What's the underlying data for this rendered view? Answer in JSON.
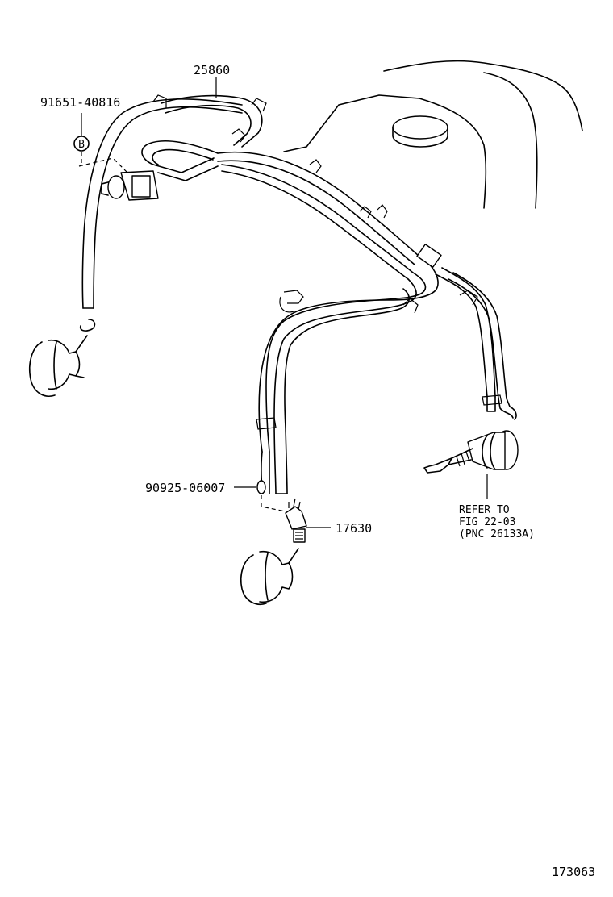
{
  "labels": {
    "part_25860": "25860",
    "part_91651": "91651-40816",
    "bolt_marker": "B",
    "part_90925": "90925-06007",
    "part_17630": "17630",
    "refer_line1": "REFER TO",
    "refer_line2": "FIG 22-03",
    "refer_line3": "(PNC 26133A)",
    "figure_number": "173063"
  },
  "colors": {
    "ink": "#000000",
    "paper": "#ffffff"
  }
}
